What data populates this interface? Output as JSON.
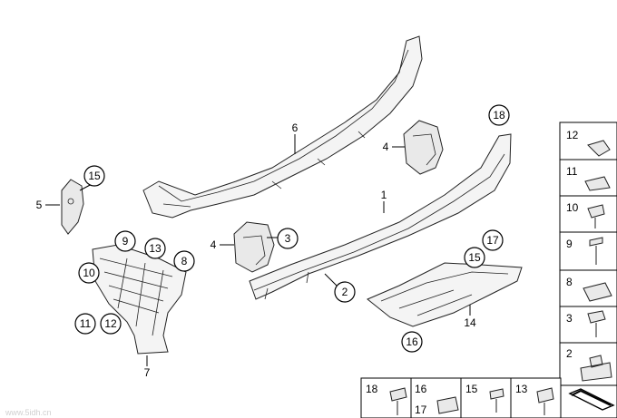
{
  "labels": {
    "l1": "1",
    "l2": "2",
    "l3": "3",
    "l4a": "4",
    "l4b": "4",
    "l5": "5",
    "l6": "6",
    "l7": "7",
    "l8": "8",
    "l9": "9",
    "l10": "10",
    "l11": "11",
    "l12": "12",
    "l13": "13",
    "l14": "14",
    "l15a": "15",
    "l15b": "15",
    "l16": "16",
    "l17": "17",
    "l18": "18"
  },
  "legend": {
    "items_right": [
      "12",
      "11",
      "10",
      "9",
      "8",
      "3",
      "2"
    ],
    "items_bottom": [
      "18",
      "16",
      "17",
      "15",
      "13"
    ]
  },
  "watermark": "www.5idh.cn"
}
